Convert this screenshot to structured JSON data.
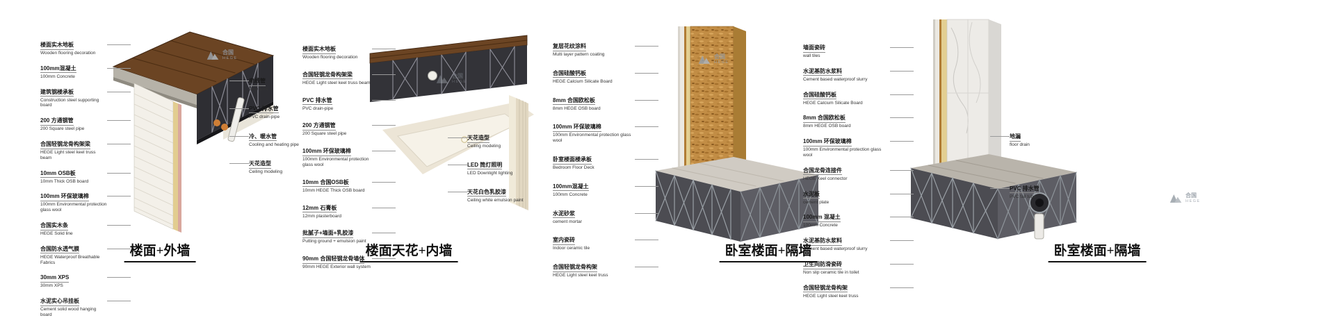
{
  "panels": [
    {
      "title": "楼面+外墙",
      "left_labels": [
        {
          "zh": "楼面实木地板",
          "en": "Wooden flooring decoration"
        },
        {
          "zh": "100mm混凝土",
          "en": "100mm Concrete"
        },
        {
          "zh": "建筑钢楼承板",
          "en": "Construction steel supporting board"
        },
        {
          "zh": "200 方通钢管",
          "en": "200 Square steel pipe"
        },
        {
          "zh": "合国轻钢龙骨构架梁",
          "en": "HEGE Light steel keel truss beam"
        },
        {
          "zh": "10mm OSB板",
          "en": "10mm Thick OSB board"
        },
        {
          "zh": "100mm 环保玻璃棉",
          "en": "100mm Environmental protection glass wool"
        },
        {
          "zh": "合国实木条",
          "en": "HEGE Solid line"
        },
        {
          "zh": "合国防水透气膜",
          "en": "HEGE Waterproof Breathable Fabrics"
        },
        {
          "zh": "30mm XPS",
          "en": "30mm XPS"
        },
        {
          "zh": "水泥实心吊挂板",
          "en": "Cement solid wood hanging board"
        }
      ],
      "right_labels": [
        {
          "zh": "电线管",
          "en": "Wire tube"
        },
        {
          "zh": "PVC 排水管",
          "en": "PVC drain-pipe"
        },
        {
          "zh": "冷、暖水管",
          "en": "Cooling and heating pipe"
        },
        {
          "zh": "天花造型",
          "en": "Ceiling modeling"
        }
      ]
    },
    {
      "title": "楼面天花+内墙",
      "left_labels": [
        {
          "zh": "楼面实木地板",
          "en": "Wooden flooring decoration"
        },
        {
          "zh": "合国轻钢龙骨构架梁",
          "en": "HEGE Light steel keel truss beam"
        },
        {
          "zh": "PVC 排水管",
          "en": "PVC drain-pipe"
        },
        {
          "zh": "200 方通钢管",
          "en": "200 Square steel pipe"
        },
        {
          "zh": "100mm 环保玻璃棉",
          "en": "100mm Environmental protection glass wool"
        },
        {
          "zh": "10mm 合国OSB板",
          "en": "10mm HEGE Thick OSB board"
        },
        {
          "zh": "12mm 石膏板",
          "en": "12mm plasterboard"
        },
        {
          "zh": "批腻子+墙面+乳胶漆",
          "en": "Putting ground + emulsion paint"
        },
        {
          "zh": "90mm 合国轻钢龙骨墙体",
          "en": "90mm HEGE Exterior wall system"
        }
      ],
      "right_labels": [
        {
          "zh": "天花造型",
          "en": "Ceiling modeling"
        },
        {
          "zh": "LED 筒灯照明",
          "en": "LED Downlight lighting"
        },
        {
          "zh": "天花白色乳胶漆",
          "en": "Ceiling white emulsion paint"
        }
      ]
    },
    {
      "title": "卧室楼面+隔墙",
      "left_labels": [
        {
          "zh": "复层花纹涂料",
          "en": "Multi layer pattern coating"
        },
        {
          "zh": "合国硅酸钙板",
          "en": "HEGE Calcium Silicate Board"
        },
        {
          "zh": "8mm 合国欧松板",
          "en": "8mm HEGE OSB board"
        },
        {
          "zh": "100mm 环保玻璃棉",
          "en": "100mm Environmental protection glass wool"
        },
        {
          "zh": "卧室楼面楼承板",
          "en": "Bedroom Floor Deck"
        },
        {
          "zh": "100mm混凝土",
          "en": "100mm Concrete"
        },
        {
          "zh": "水泥砂浆",
          "en": "cement mortar"
        },
        {
          "zh": "室内瓷砖",
          "en": "Indoor ceramic tile"
        },
        {
          "zh": "合国轻钢龙骨构架",
          "en": "HEGE Light steel keel truss"
        }
      ],
      "right_labels": []
    },
    {
      "title": "卧室楼面+隔墙",
      "left_labels": [
        {
          "zh": "墙面瓷砖",
          "en": "wall tiles"
        },
        {
          "zh": "水泥基防水浆料",
          "en": "Cement based waterproof slurry"
        },
        {
          "zh": "合国硅酸钙板",
          "en": "HEGE Calcium Silicate Board"
        },
        {
          "zh": "8mm 合国欧松板",
          "en": "8mm HEGE OSB board"
        },
        {
          "zh": "100mm 环保玻璃棉",
          "en": "100mm Environmental protection glass wool"
        },
        {
          "zh": "合国龙骨连接件",
          "en": "HEGE Keel connector"
        },
        {
          "zh": "水泥板",
          "en": "cement plate"
        },
        {
          "zh": "100mm 混凝土",
          "en": "100mm Concrete"
        },
        {
          "zh": "水泥基防水浆料",
          "en": "Cement based waterproof slurry"
        },
        {
          "zh": "卫生间防滑瓷砖",
          "en": "Non slip ceramic tile in toilet"
        },
        {
          "zh": "合国轻钢龙骨构架",
          "en": "HEGE Light steel keel truss"
        }
      ],
      "right_labels": [
        {
          "zh": "地漏",
          "en": "floor drain"
        },
        {
          "zh": "PVC 排水管",
          "en": "PVC fall tube"
        }
      ]
    }
  ],
  "watermark": {
    "zh": "合国",
    "en": "HEGE"
  }
}
